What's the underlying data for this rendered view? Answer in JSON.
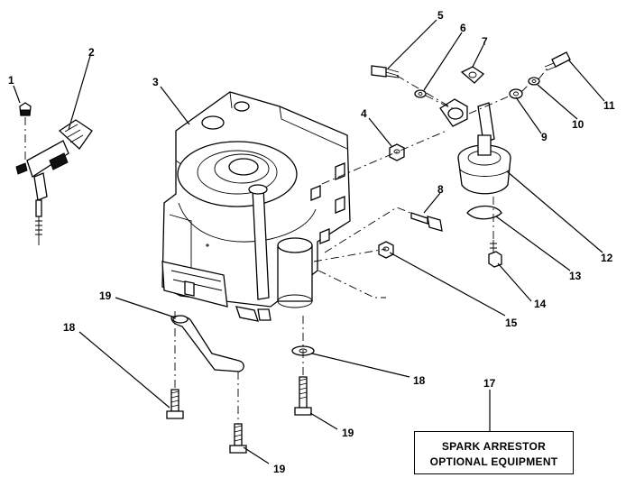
{
  "callouts": {
    "c1": "1",
    "c2": "2",
    "c3": "3",
    "c4": "4",
    "c5": "5",
    "c6": "6",
    "c7": "7",
    "c8": "8",
    "c9": "9",
    "c10": "10",
    "c11": "11",
    "c12": "12",
    "c13": "13",
    "c14": "14",
    "c15": "15",
    "c17": "17",
    "c18a": "18",
    "c18b": "18",
    "c19a": "19",
    "c19b": "19",
    "c19c": "19"
  },
  "note": {
    "line1": "SPARK ARRESTOR",
    "line2": "OPTIONAL EQUIPMENT"
  }
}
